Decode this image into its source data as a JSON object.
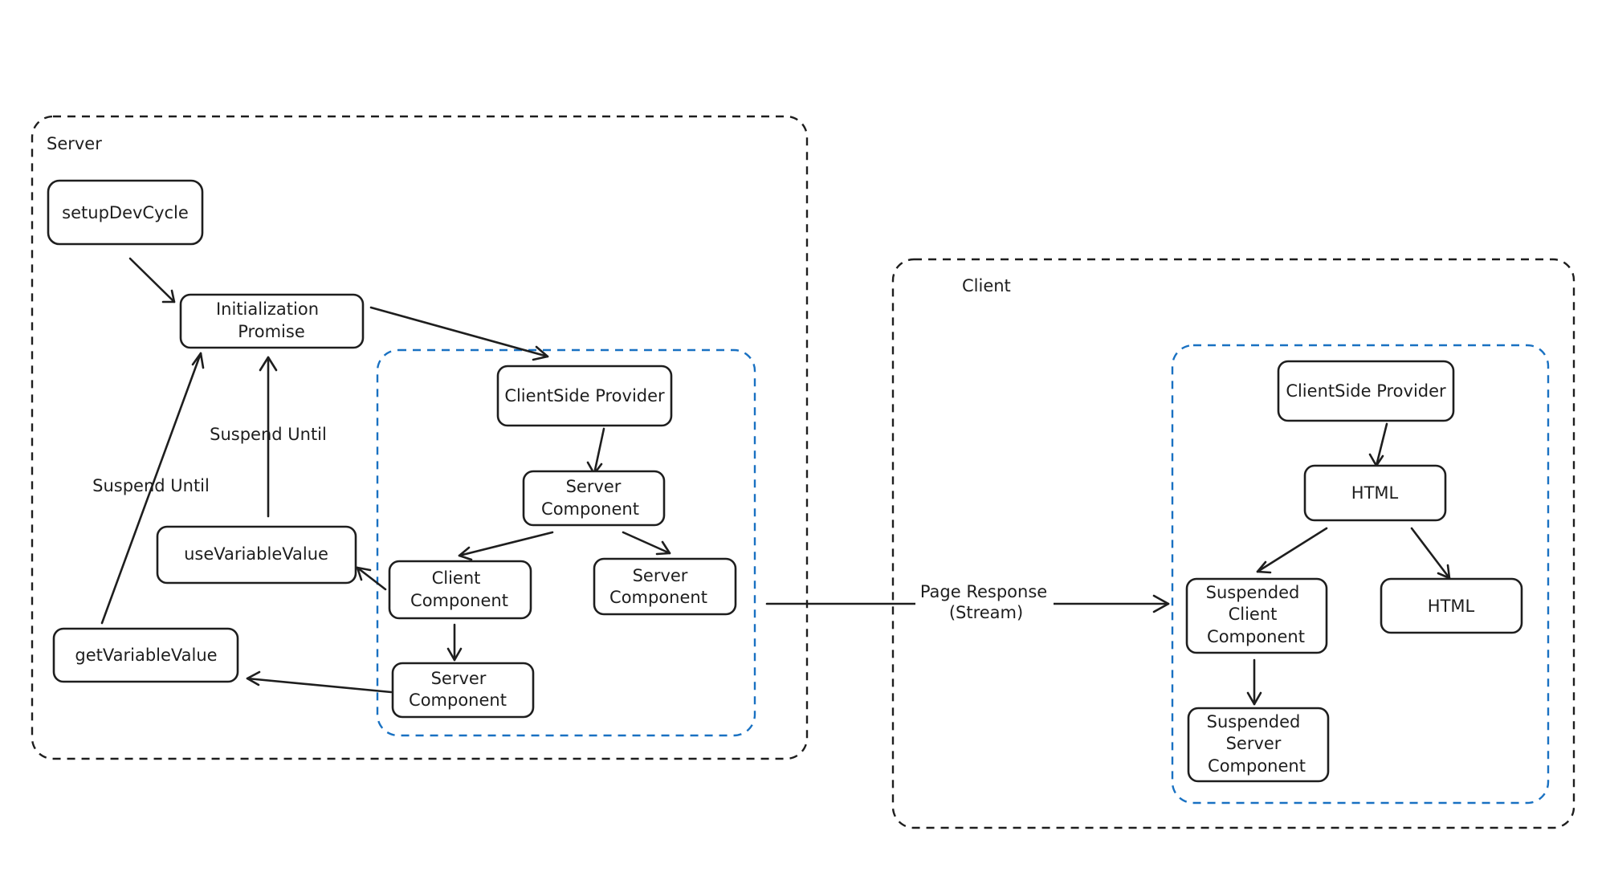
{
  "groups": {
    "server": "Server",
    "client": "Client"
  },
  "nodes": {
    "setup_dev_cycle": [
      "setupDevCycle"
    ],
    "initialization_promise": [
      "Initialization",
      "Promise"
    ],
    "use_variable_value": [
      "useVariableValue"
    ],
    "get_variable_value": [
      "getVariableValue"
    ],
    "server_clientside_provider": [
      "ClientSide Provider"
    ],
    "server_component_top": [
      "Server",
      "Component"
    ],
    "client_component": [
      "Client",
      "Component"
    ],
    "server_component_right": [
      "Server",
      "Component"
    ],
    "server_component_bottom": [
      "Server",
      "Component"
    ],
    "client_clientside_provider": [
      "ClientSide Provider"
    ],
    "html_top": [
      "HTML"
    ],
    "suspended_client_component": [
      "Suspended",
      "Client",
      "Component"
    ],
    "html_right": [
      "HTML"
    ],
    "suspended_server_component": [
      "Suspended",
      "Server",
      "Component"
    ]
  },
  "edge_labels": {
    "suspend_until_left": "Suspend Until",
    "suspend_until_right": "Suspend Until",
    "page_response": [
      "Page Response",
      "(Stream)"
    ]
  },
  "colors": {
    "ink": "#1e1e1e",
    "blue_group": "#1971c2"
  }
}
